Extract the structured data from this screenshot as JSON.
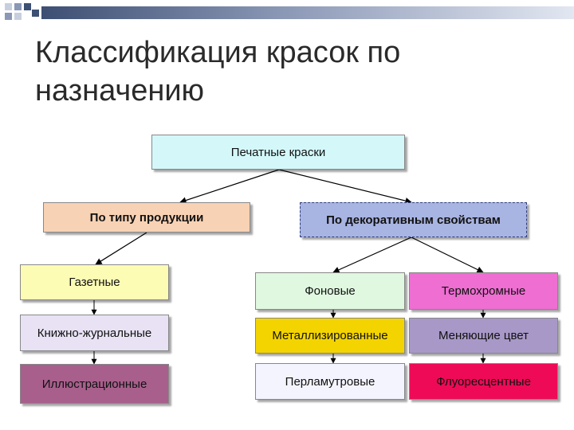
{
  "slide": {
    "title": "Классификация красок по назначению"
  },
  "diagram": {
    "root": {
      "label": "Печатные краски",
      "color": "#d4f8fa"
    },
    "left_branch": {
      "label": "По типу продукции",
      "color": "#f8d2b4",
      "children": [
        {
          "label": "Газетные",
          "color": "#fcfcb4"
        },
        {
          "label": "Книжно-журнальные",
          "color": "#e8e2f4"
        },
        {
          "label": "Иллюстрационные",
          "color": "#a85f8c"
        }
      ]
    },
    "right_branch": {
      "label": "По декоративным свойствам",
      "color": "#a8b4e2",
      "columns": [
        [
          {
            "label": "Фоновые",
            "color": "#e0f8e0"
          },
          {
            "label": "Металлизированные",
            "color": "#f4d400"
          },
          {
            "label": "Перламутровые",
            "color": "#f4f4ff"
          }
        ],
        [
          {
            "label": "Термохромные",
            "color": "#ee6ed2"
          },
          {
            "label": "Меняющие цвет",
            "color": "#a898c8"
          },
          {
            "label": "Флуоресцентные",
            "color": "#ee0a56"
          }
        ]
      ]
    }
  }
}
